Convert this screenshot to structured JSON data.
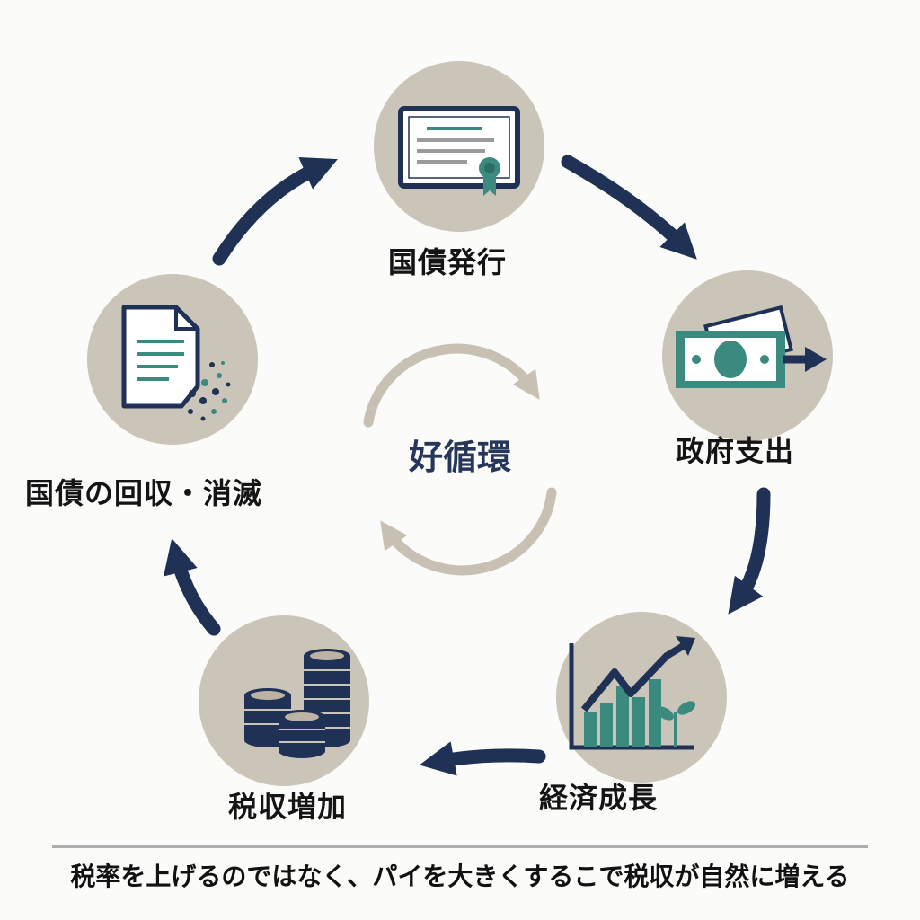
{
  "cycle": {
    "center_label": "好循環",
    "steps": [
      {
        "label": "国債発行",
        "icon": "certificate-icon"
      },
      {
        "label": "政府支出",
        "icon": "banknote-arrow-icon"
      },
      {
        "label": "経済成長",
        "icon": "growth-chart-plant-icon"
      },
      {
        "label": "税収増加",
        "icon": "coin-stacks-icon"
      },
      {
        "label": "国債の回収・消滅",
        "icon": "dissolving-document-icon"
      }
    ]
  },
  "footer": {
    "text": "税率を上げるのではなく、パイを大きくするこで税収が自然に増える"
  },
  "colors": {
    "navy": "#1f3256",
    "teal": "#3a8a80",
    "circle_beige": "#cbc4b9",
    "cycle_gray": "#c7c0b3",
    "background": "#fbfbf9"
  }
}
